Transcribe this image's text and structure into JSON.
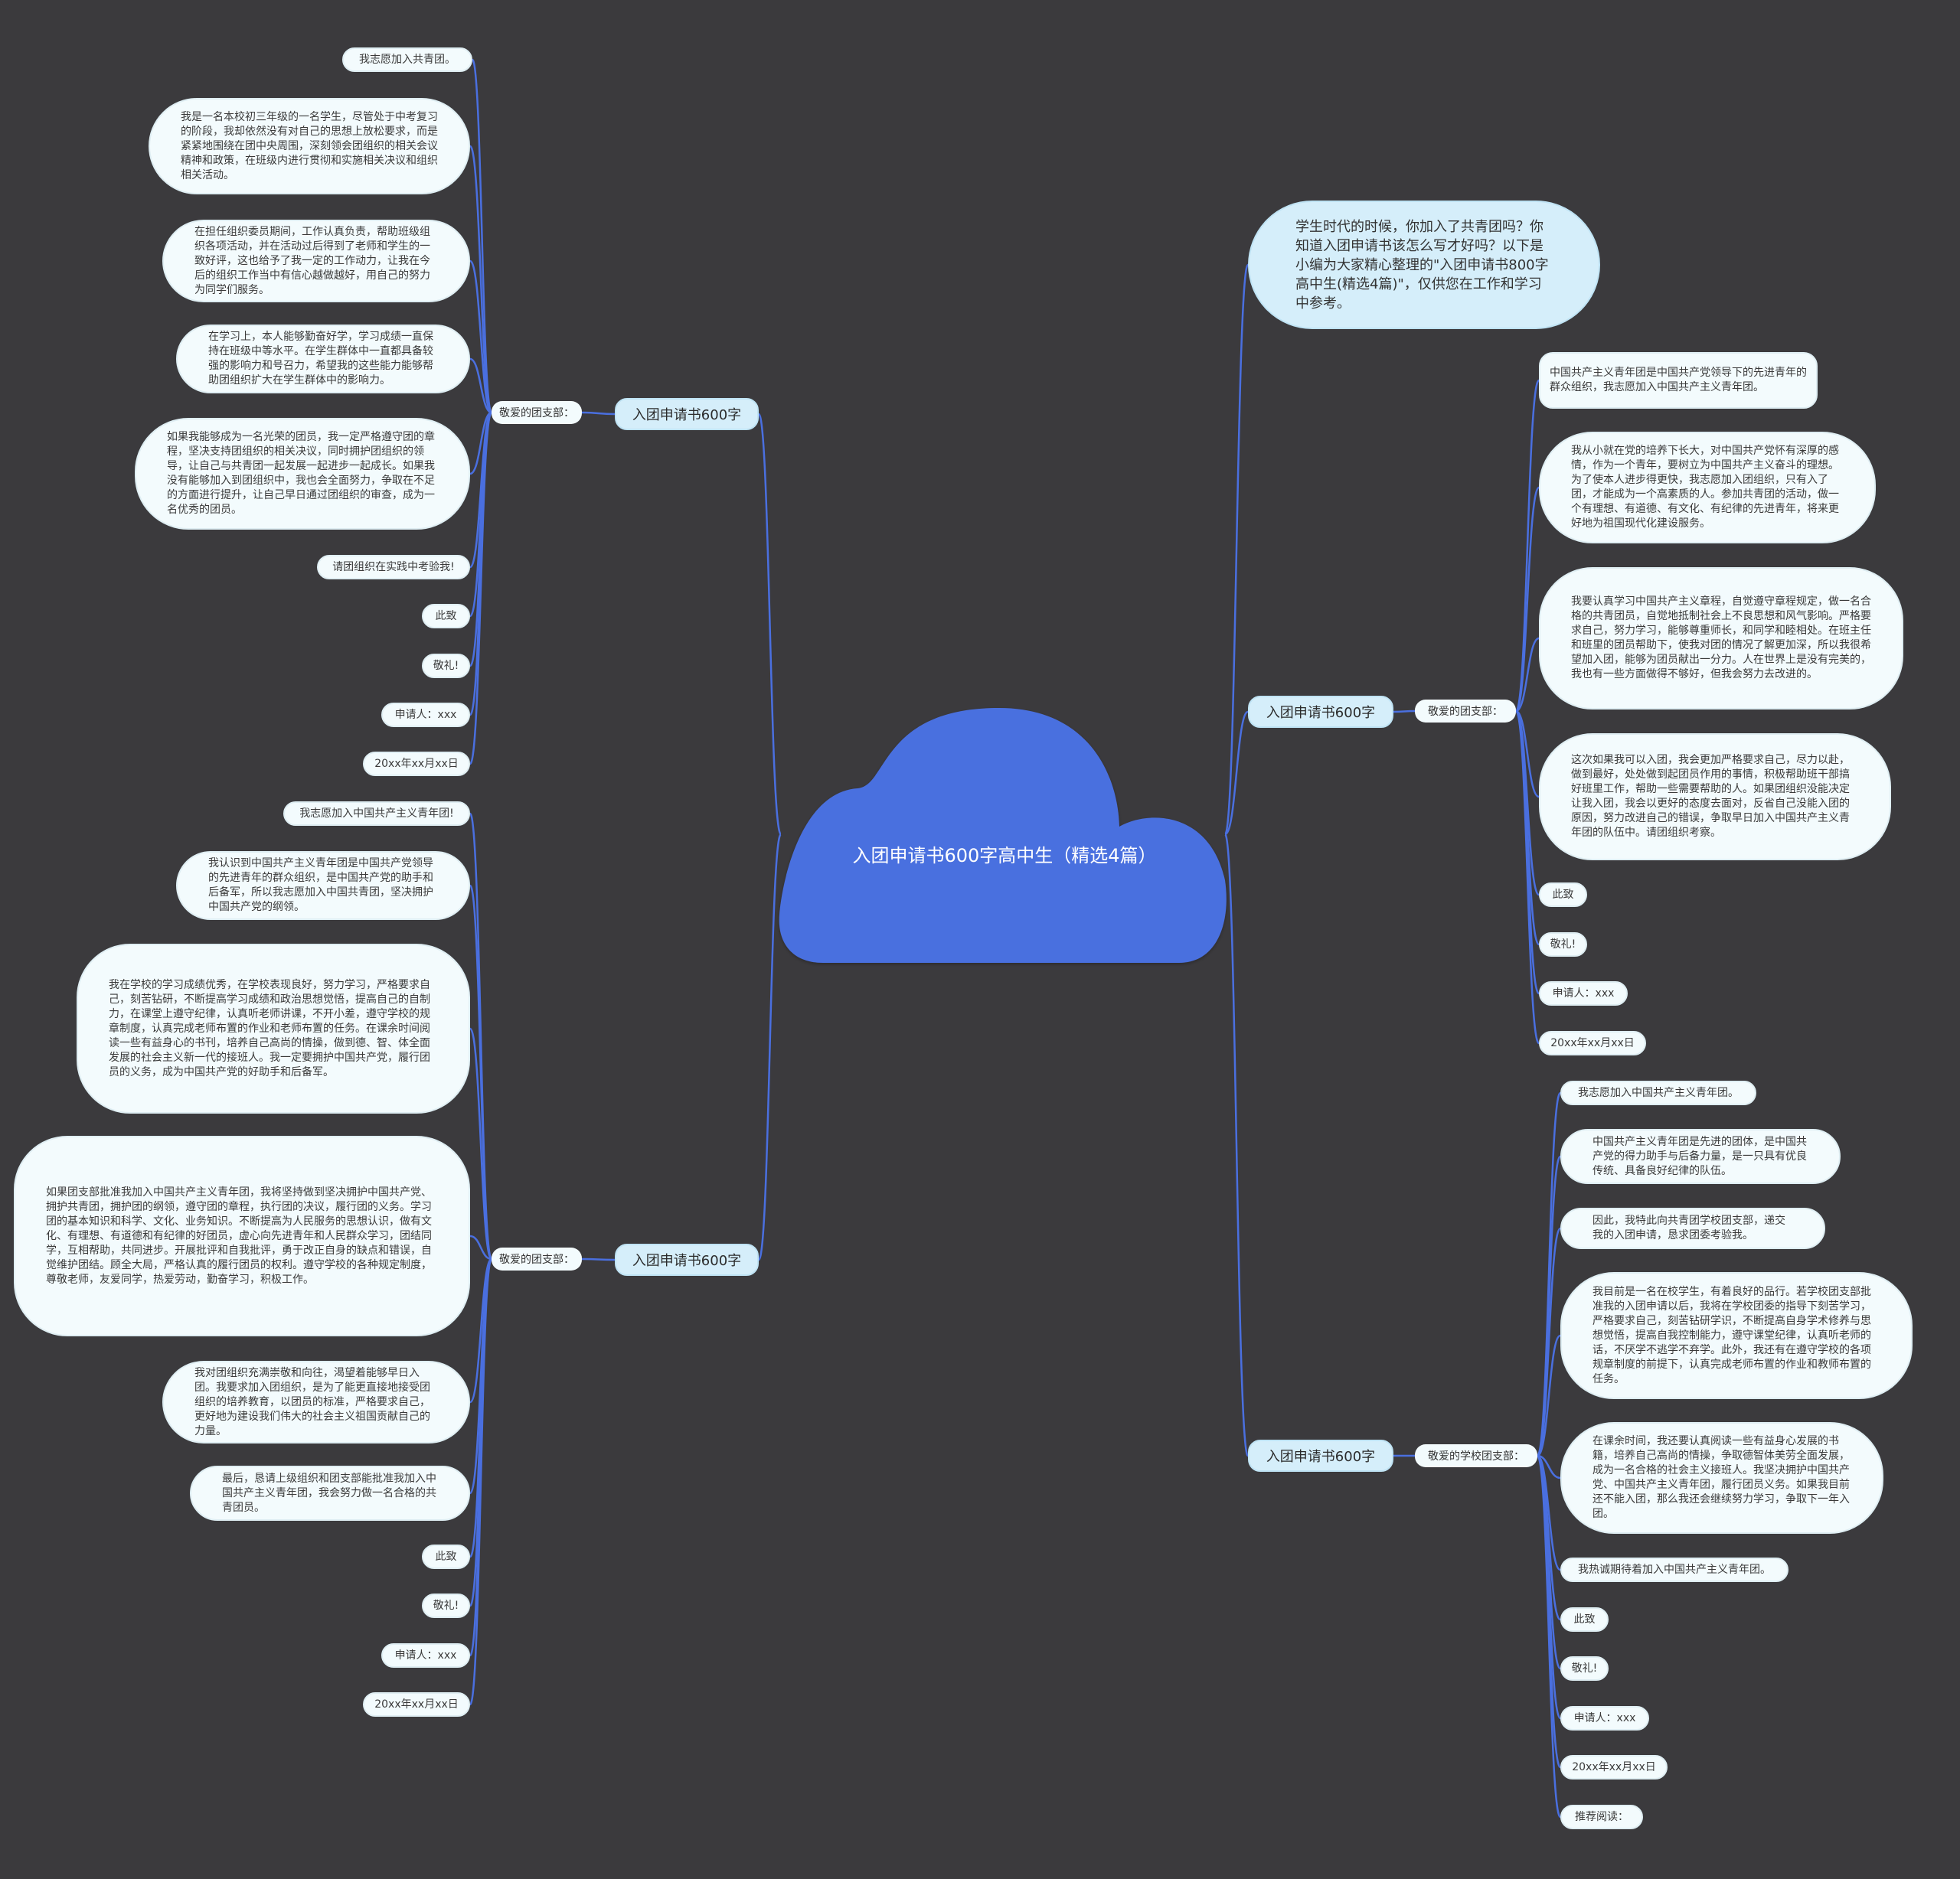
{
  "colors": {
    "background": "#3b3a3d",
    "root": "#4a6fdf",
    "line": "#4a6fdf",
    "branch": "#d5eefa",
    "leaf": "#f3fbfd"
  },
  "root": {
    "title": "入团申请书600字高中生（精选4篇）"
  },
  "intro": "学生时代的时候，你加入了共青团吗？你知道入团申请书该怎么写才好吗？以下是小编为大家精心整理的\"入团申请书800字高中生(精选4篇)\"，仅供您在工作和学习中参考。",
  "branches": [
    {
      "label": "入团申请书600字",
      "connector": "敬爱的团支部：",
      "items": [
        "我志愿加入共青团。",
        "我是一名本校初三年级的一名学生，尽管处于中考复习的阶段，我却依然没有对自己的思想上放松要求，而是紧紧地围绕在团中央周围，深刻领会团组织的相关会议精神和政策，在班级内进行贯彻和实施相关决议和组织相关活动。",
        "在担任组织委员期间，工作认真负责，帮助班级组织各项活动，并在活动过后得到了老师和学生的一致好评，这也给予了我一定的工作动力，让我在今后的组织工作当中有信心越做越好，用自己的努力为同学们服务。",
        "在学习上，本人能够勤奋好学，学习成绩一直保持在班级中等水平。在学生群体中一直都具备较强的影响力和号召力，希望我的这些能力能够帮助团组织扩大在学生群体中的影响力。",
        "如果我能够成为一名光荣的团员，我一定严格遵守团的章程，坚决支持团组织的相关决议，同时拥护团组织的领导，让自己与共青团一起发展一起进步一起成长。如果我没有能够加入到团组织中，我也会全面努力，争取在不足的方面进行提升，让自己早日通过团组织的审查，成为一名优秀的团员。",
        "请团组织在实践中考验我!",
        "此致",
        "敬礼!",
        "申请人：xxx",
        "20xx年xx月xx日"
      ]
    },
    {
      "label": "入团申请书600字",
      "connector": "敬爱的团支部：",
      "items": [
        "我志愿加入中国共产主义青年团!",
        "我认识到中国共产主义青年团是中国共产党领导的先进青年的群众组织，是中国共产党的助手和后备军，所以我志愿加入中国共青团，坚决拥护中国共产党的纲领。",
        "我在学校的学习成绩优秀，在学校表现良好，努力学习，严格要求自己，刻苦钻研，不断提高学习成绩和政治思想觉悟，提高自己的自制力，在课堂上遵守纪律，认真听老师讲课，不开小差，遵守学校的规章制度，认真完成老师布置的作业和老师布置的任务。在课余时间阅读一些有益身心的书刊，培养自己高尚的情操，做到德、智、体全面发展的社会主义新一代的接班人。我一定要拥护中国共产党，履行团员的义务，成为中国共产党的好助手和后备军。",
        "如果团支部批准我加入中国共产主义青年团，我将坚持做到坚决拥护中国共产党、拥护共青团，拥护团的纲领，遵守团的章程，执行团的决议，履行团的义务。学习团的基本知识和科学、文化、业务知识。不断提高为人民服务的思想认识，做有文化、有理想、有道德和有纪律的好团员，虚心向先进青年和人民群众学习，团结同学，互相帮助，共同进步。开展批评和自我批评，勇于改正自身的缺点和错误，自觉维护团结。顾全大局，严格认真的履行团员的权利。遵守学校的各种规定制度，尊敬老师，友爱同学，热爱劳动，勤奋学习，积极工作。",
        "我对团组织充满崇敬和向往，渴望着能够早日入团。我要求加入团组织，是为了能更直接地接受团组织的培养教育，以团员的标准，严格要求自己，更好地为建设我们伟大的社会主义祖国贡献自己的力量。",
        "最后，恳请上级组织和团支部能批准我加入中国共产主义青年团，我会努力做一名合格的共青团员。",
        "此致",
        "敬礼!",
        "申请人：xxx",
        "20xx年xx月xx日"
      ]
    },
    {
      "label": "入团申请书600字",
      "connector": "敬爱的团支部：",
      "items": [
        "中国共产主义青年团是中国共产党领导下的先进青年的群众组织，我志愿加入中国共产主义青年团。",
        "我从小就在党的培养下长大，对中国共产党怀有深厚的感情，作为一个青年，要树立为中国共产主义奋斗的理想。为了使本人进步得更快，我志愿加入团组织，只有入了团，才能成为一个高素质的人。参加共青团的活动，做一个有理想、有道德、有文化、有纪律的先进青年，将来更好地为祖国现代化建设服务。",
        "我要认真学习中国共产主义章程，自觉遵守章程规定，做一名合格的共青团员，自觉地抵制社会上不良思想和风气影响。严格要求自己，努力学习，能够尊重师长，和同学和睦相处。在班主任和班里的团员帮助下，使我对团的情况了解更加深，所以我很希望加入团，能够为团员献出一分力。人在世界上是没有完美的，我也有一些方面做得不够好，但我会努力去改进的。",
        "这次如果我可以入团，我会更加严格要求自己，尽力以赴，做到最好，处处做到起团员作用的事情，积极帮助班干部搞好班里工作，帮助一些需要帮助的人。如果团组织没能决定让我入团，我会以更好的态度去面对，反省自己没能入团的原因，努力改进自己的错误，争取早日加入中国共产主义青年团的队伍中。请团组织考察。",
        "此致",
        "敬礼!",
        "申请人：xxx",
        "20xx年xx月xx日"
      ]
    },
    {
      "label": "入团申请书600字",
      "connector": "敬爱的学校团支部：",
      "items": [
        "我志愿加入中国共产主义青年团。",
        "中国共产主义青年团是先进的团体，是中国共产党的得力助手与后备力量，是一只具有优良传统、具备良好纪律的队伍。",
        "因此，我特此向共青团学校团支部，递交我的入团申请，恳求团委考验我。",
        "我目前是一名在校学生，有着良好的品行。若学校团支部批准我的入团申请以后，我将在学校团委的指导下刻苦学习，严格要求自己，刻苦钻研学识，不断提高自身学术修养与思想觉悟，提高自我控制能力，遵守课堂纪律，认真听老师的话，不厌学不逃学不弃学。此外，我还有在遵守学校的各项规章制度的前提下，认真完成老师布置的作业和教师布置的任务。",
        "在课余时间，我还要认真阅读一些有益身心发展的书籍，培养自己高尚的情操，争取德智体美劳全面发展，成为一名合格的社会主义接班人。我坚决拥护中国共产党、中国共产主义青年团，履行团员义务。如果我目前还不能入团，那么我还会继续努力学习，争取下一年入团。",
        "我热诚期待着加入中国共产主义青年团。",
        "此致",
        "敬礼!",
        "申请人：xxx",
        "20xx年xx月xx日",
        "推荐阅读："
      ]
    }
  ]
}
